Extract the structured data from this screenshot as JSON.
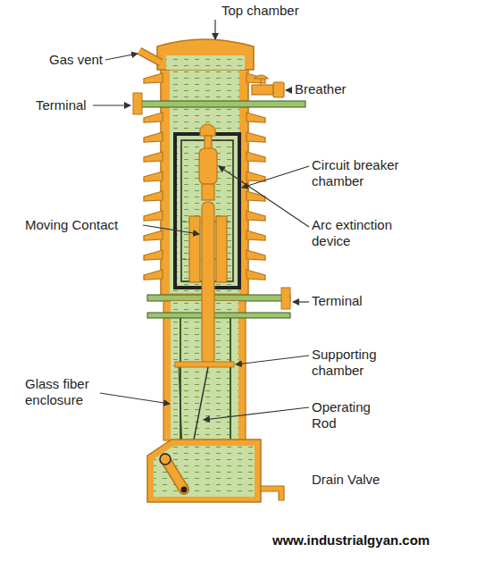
{
  "diagram": {
    "labels": [
      "Top chamber",
      "Gas vent",
      "Breather",
      "Terminal",
      "Circuit breaker chamber",
      "Moving Contact",
      "Arc extinction device",
      "Terminal",
      "Supporting chamber",
      "Glass fiber enclosure",
      "Operating Rod",
      "Drain Valve",
      "www.industrialgyan.com"
    ]
  }
}
